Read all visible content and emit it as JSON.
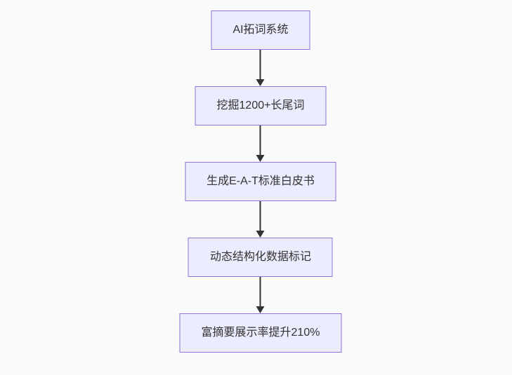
{
  "diagram": {
    "type": "flowchart",
    "direction": "top-down",
    "colors": {
      "background": "#fafafa",
      "node_fill": "#ECECFF",
      "node_border": "#9370DB",
      "node_text": "#333333",
      "arrow": "#333333"
    },
    "nodes": [
      {
        "id": "n1",
        "label": "AI拓词系统"
      },
      {
        "id": "n2",
        "label": "挖掘1200+长尾词"
      },
      {
        "id": "n3",
        "label": "生成E-A-T标准白皮书"
      },
      {
        "id": "n4",
        "label": "动态结构化数据标记"
      },
      {
        "id": "n5",
        "label": "富摘要展示率提升210%"
      }
    ],
    "edges": [
      {
        "from": "n1",
        "to": "n2"
      },
      {
        "from": "n2",
        "to": "n3"
      },
      {
        "from": "n3",
        "to": "n4"
      },
      {
        "from": "n4",
        "to": "n5"
      }
    ]
  }
}
